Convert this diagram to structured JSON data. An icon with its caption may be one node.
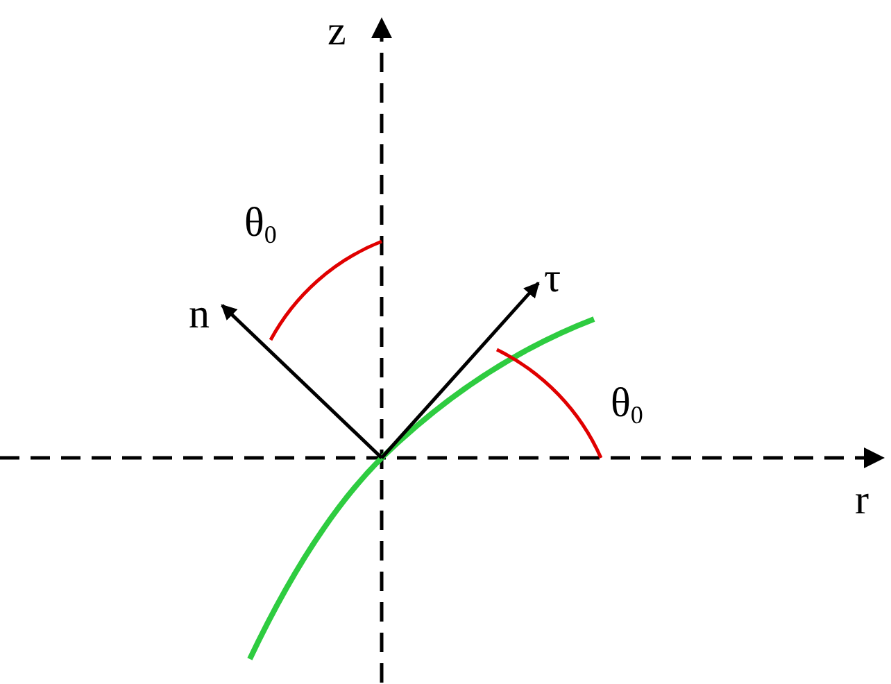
{
  "diagram": {
    "labels": [
      "z",
      "θ$_{0}$",
      "n",
      "τ",
      "θ$_{0}$",
      "r"
    ]
  }
}
